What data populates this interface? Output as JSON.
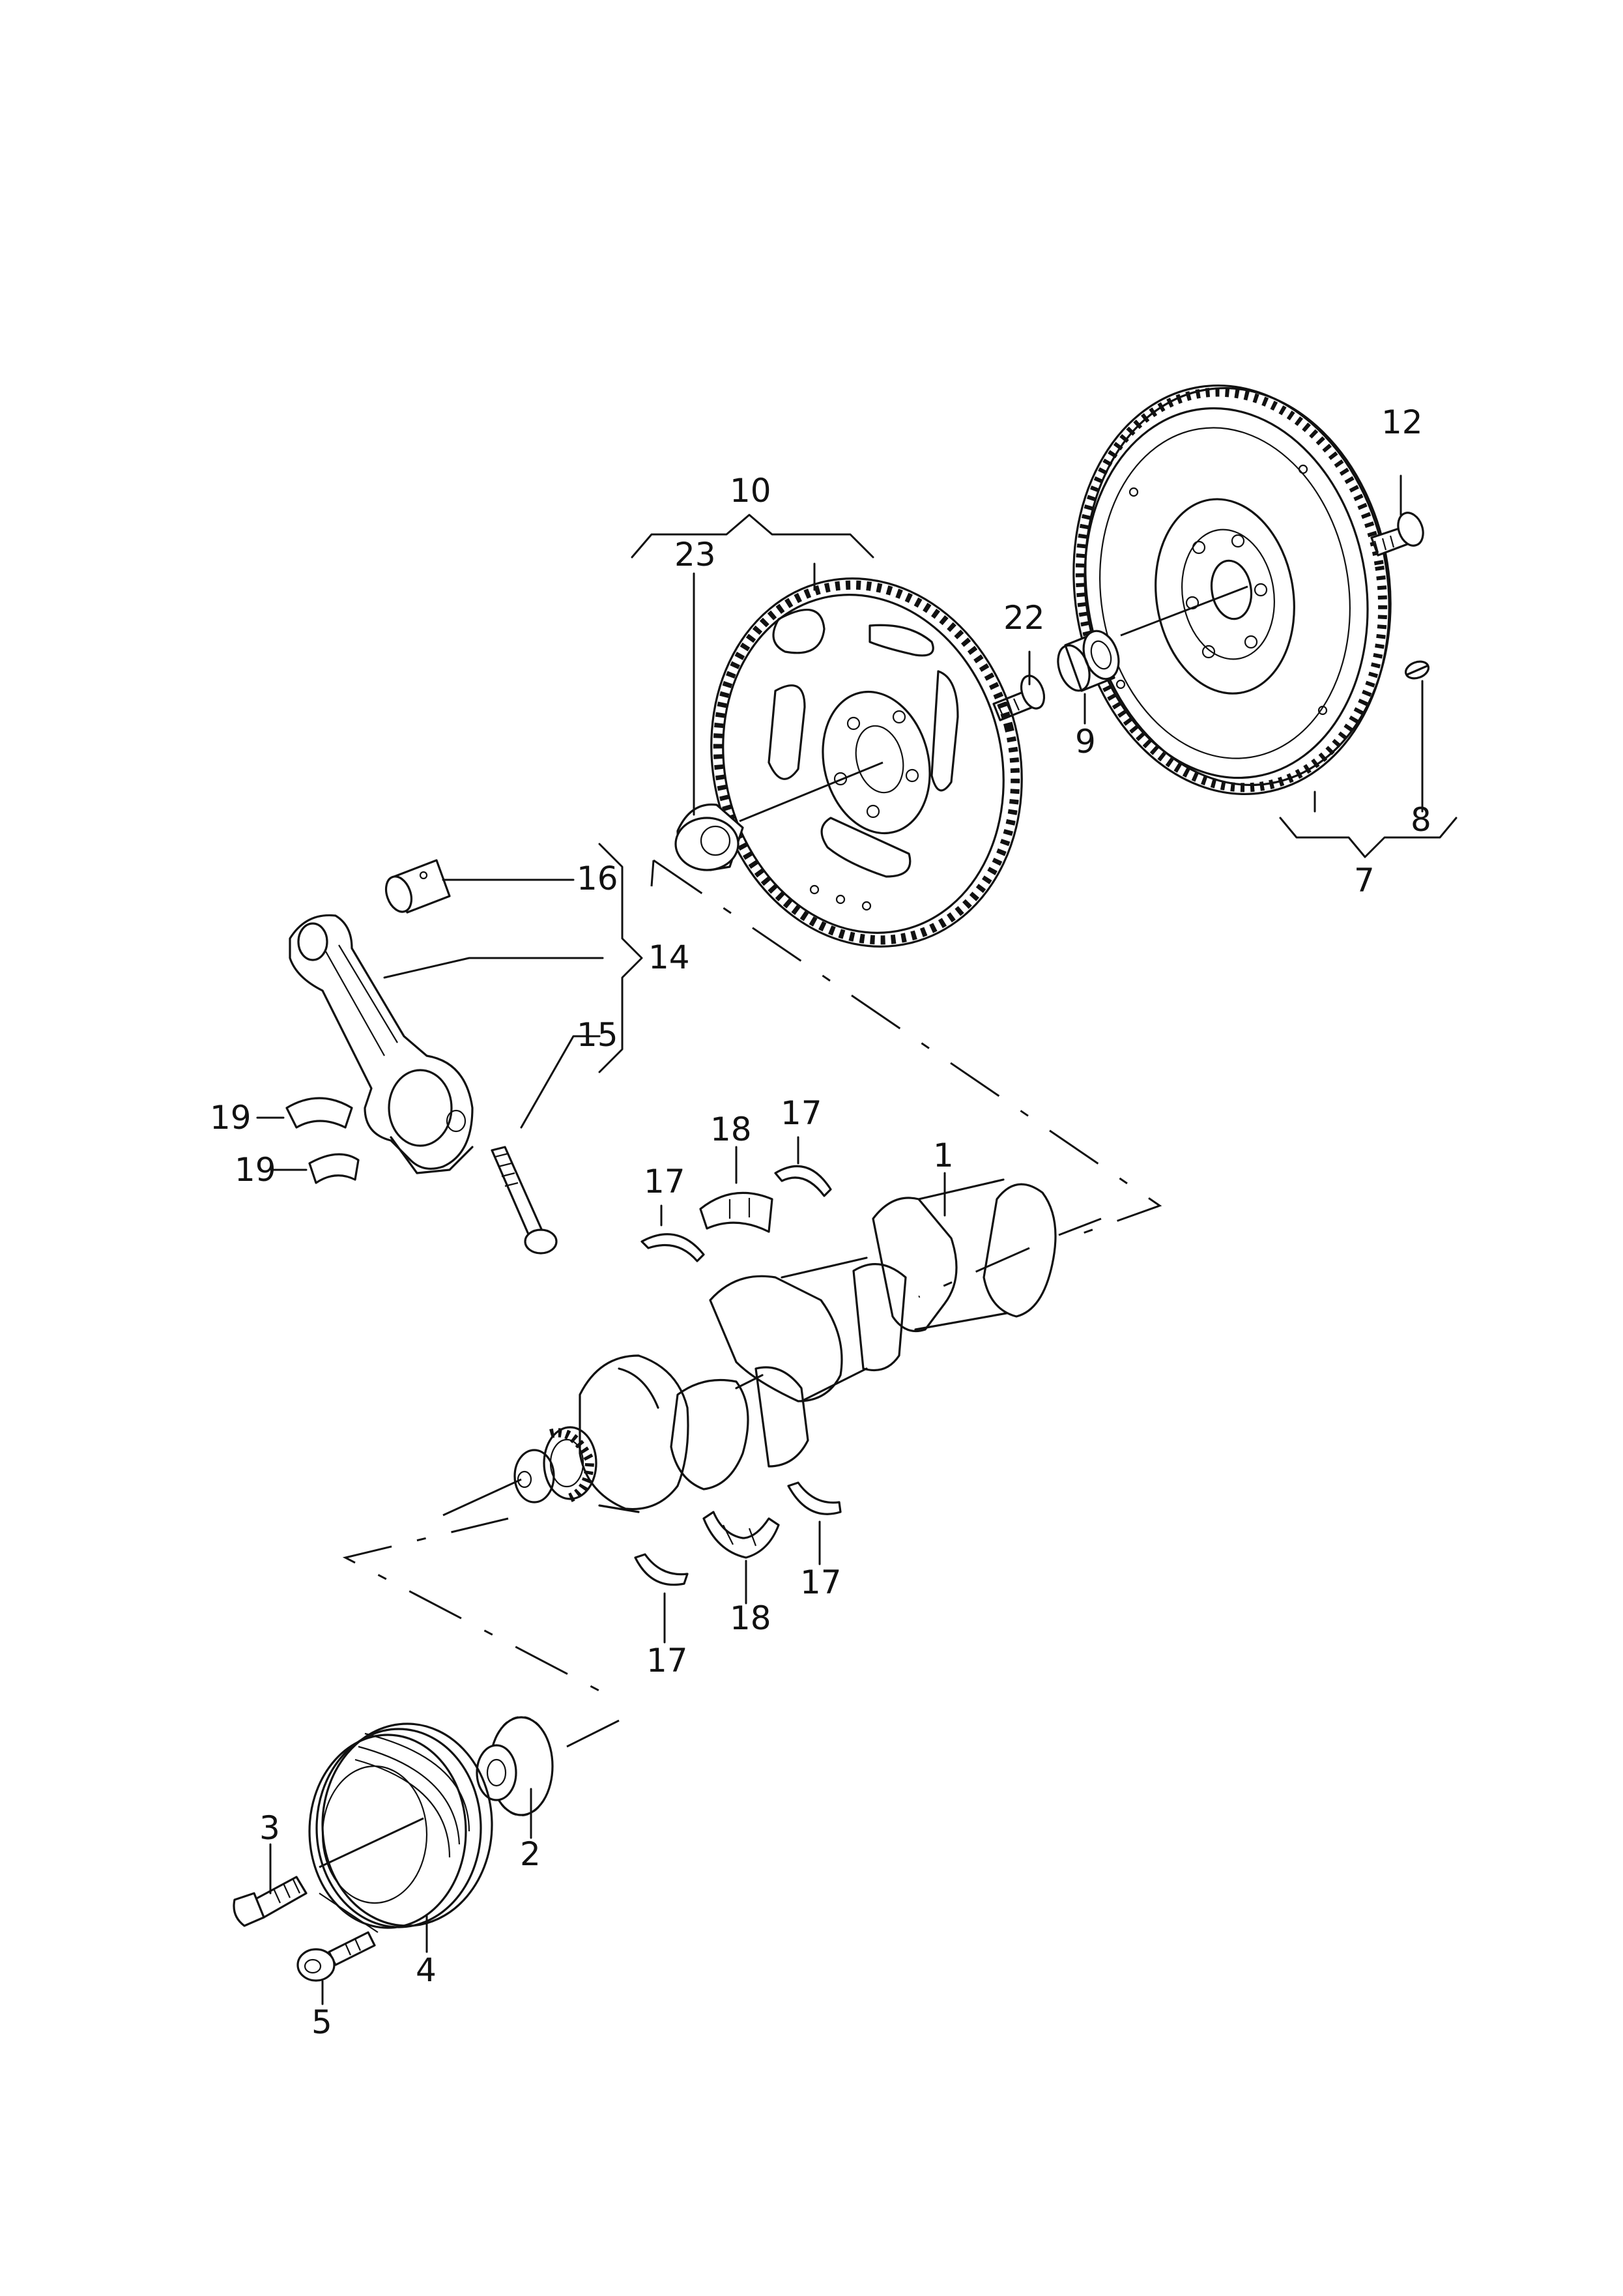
{
  "callouts": {
    "c1": "1",
    "c2": "2",
    "c3": "3",
    "c4": "4",
    "c5": "5",
    "c7": "7",
    "c8": "8",
    "c9": "9",
    "c10": "10",
    "c12": "12",
    "c14": "14",
    "c15": "15",
    "c16": "16",
    "c17a": "17",
    "c17b": "17",
    "c17c": "17",
    "c17d": "17",
    "c18a": "18",
    "c18b": "18",
    "c19a": "19",
    "c19b": "19",
    "c22": "22",
    "c23": "23"
  }
}
